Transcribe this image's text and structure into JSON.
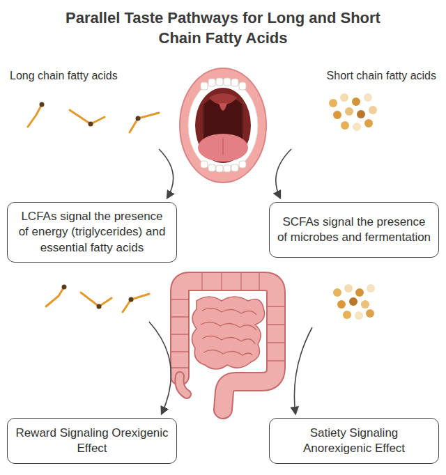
{
  "diagram": {
    "title": "Parallel Taste Pathways for Long and Short Chain Fatty Acids",
    "nodes": [
      {
        "text": [
          "LCFAs signal the presence of energy (triglycerides) and essential fatty acids"
        ]
      },
      {
        "text": [
          "SCFAs signal the presence of microbes and fermentation"
        ]
      },
      {
        "text": [
          "Reward Signaling Orexigenic Effect"
        ]
      },
      {
        "text": [
          "Satiety Signaling Anorexigenic Effect"
        ]
      }
    ],
    "labels": [
      "Long chain fatty acids",
      "Short chain fatty acids"
    ]
  }
}
